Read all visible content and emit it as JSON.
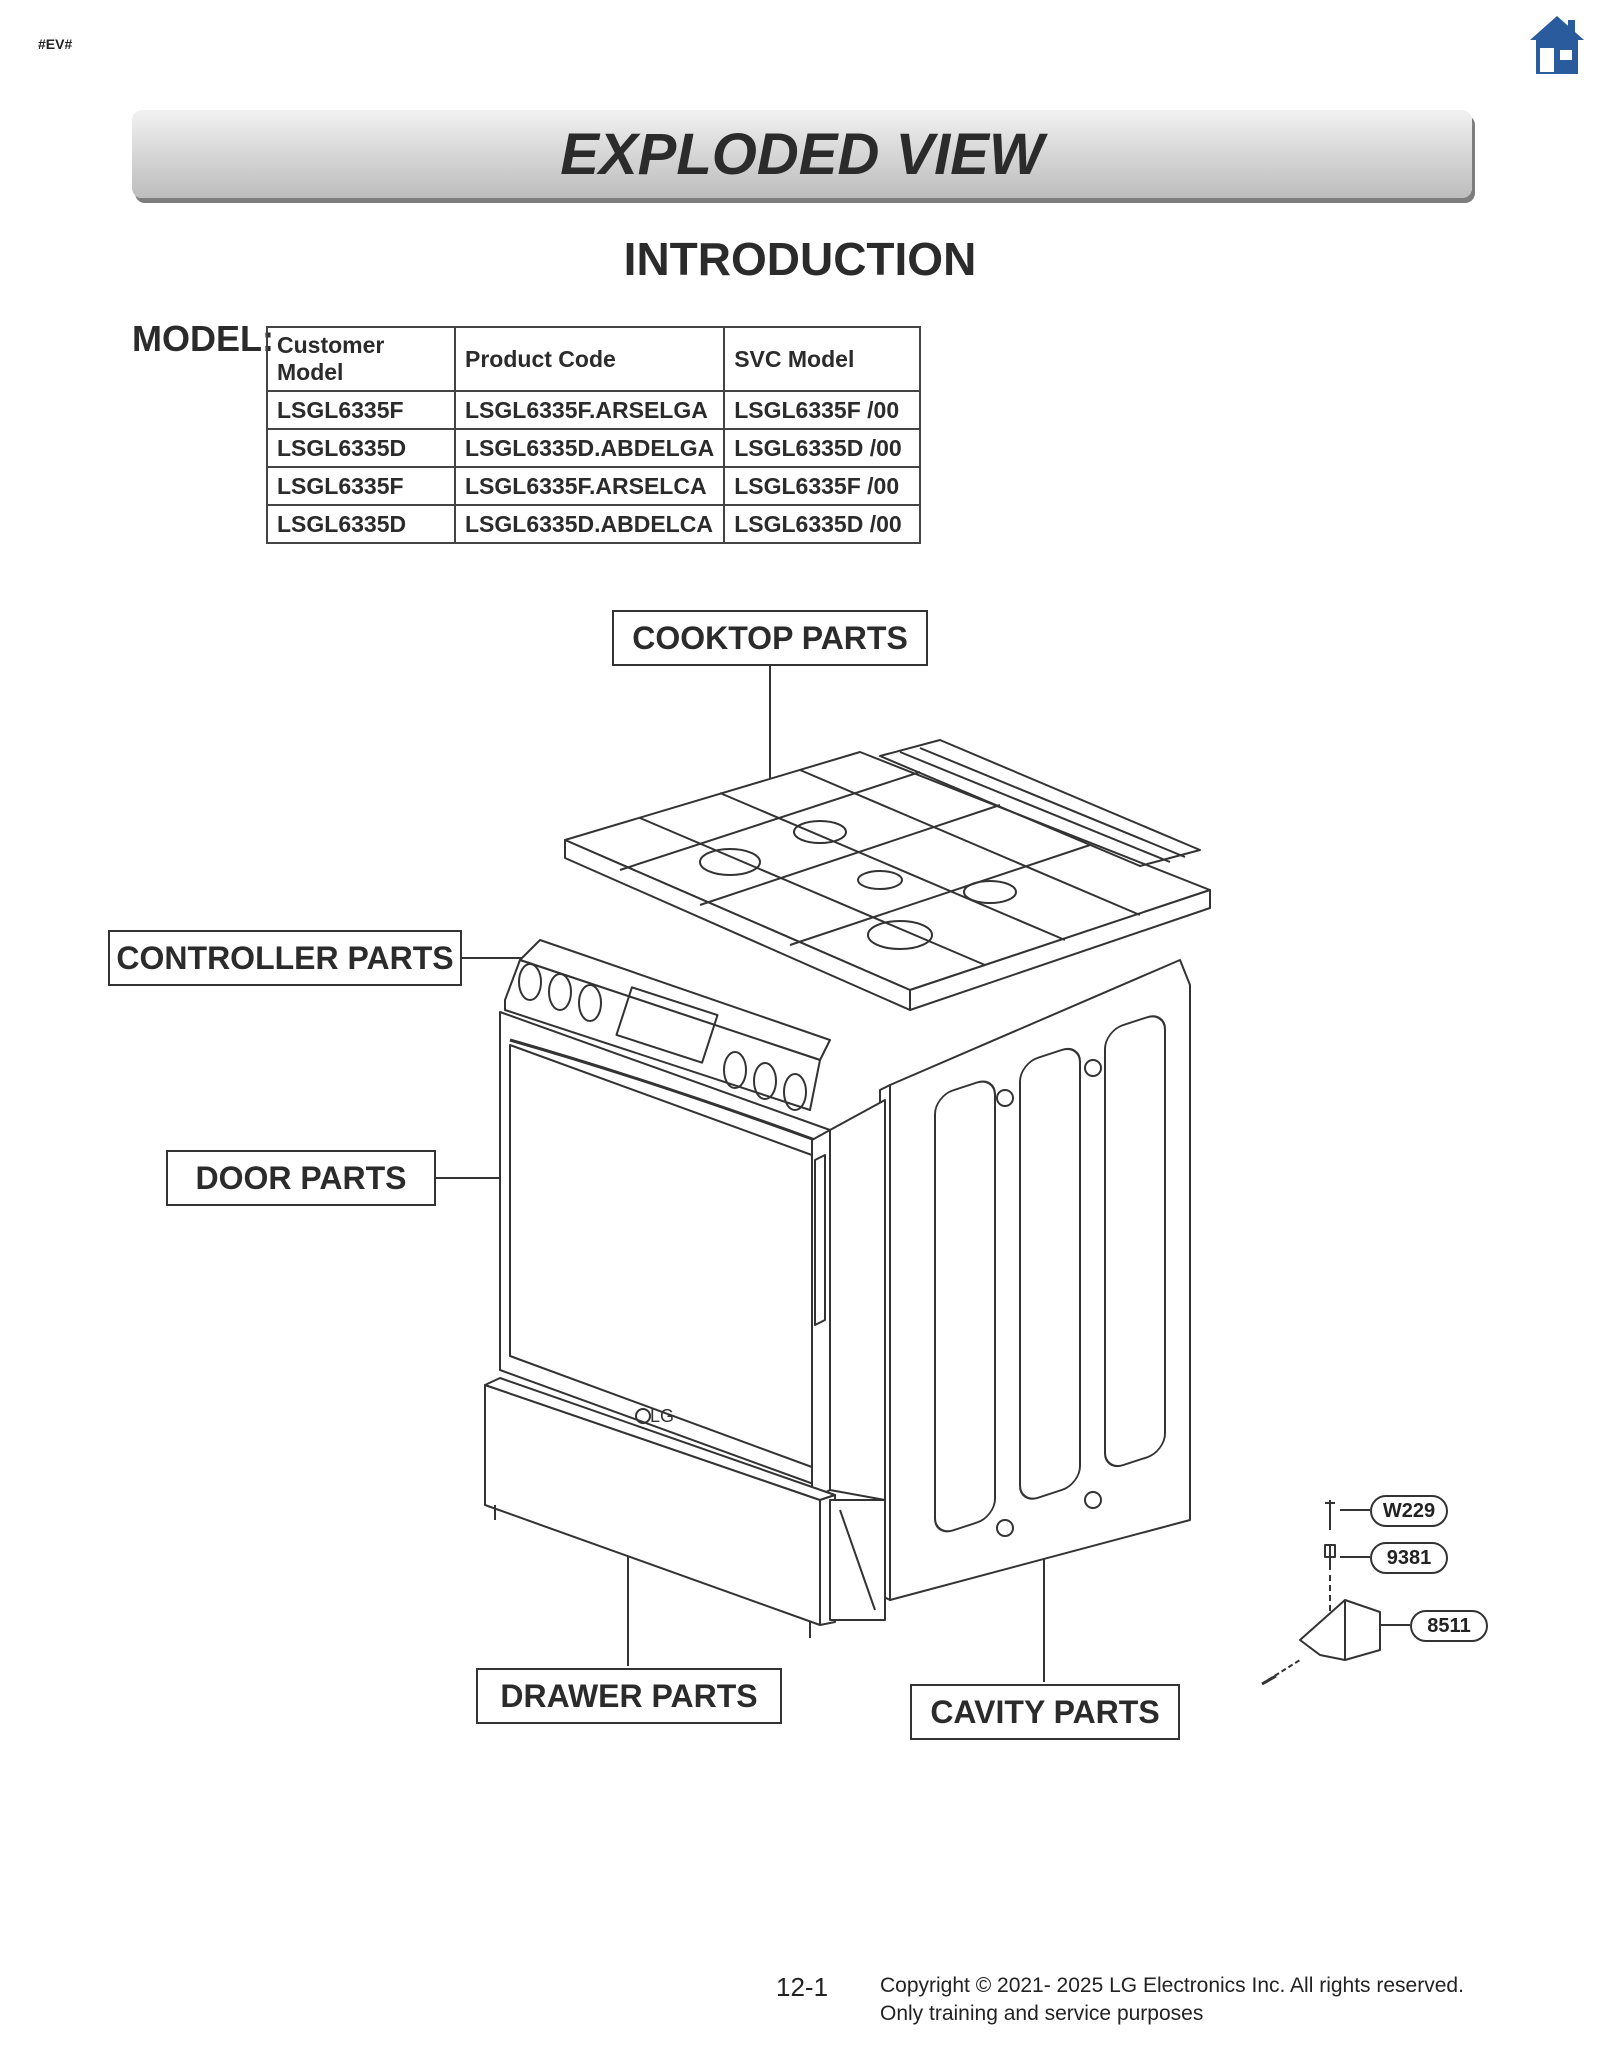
{
  "tag": "#EV#",
  "header": {
    "title": "EXPLODED VIEW",
    "subtitle": "INTRODUCTION"
  },
  "models": {
    "label": "MODEL:",
    "columns": [
      "Customer Model",
      "Product Code",
      "SVC Model"
    ],
    "rows": [
      [
        "LSGL6335F",
        "LSGL6335F.ARSELGA",
        "LSGL6335F  /00"
      ],
      [
        "LSGL6335D",
        "LSGL6335D.ABDELGA",
        "LSGL6335D  /00"
      ],
      [
        "LSGL6335F",
        "LSGL6335F.ARSELCA",
        "LSGL6335F  /00"
      ],
      [
        "LSGL6335D",
        "LSGL6335D.ABDELCA",
        "LSGL6335D  /00"
      ]
    ]
  },
  "callouts": {
    "cooktop": "COOKTOP PARTS",
    "controller": "CONTROLLER PARTS",
    "door": "DOOR PARTS",
    "drawer": "DRAWER PARTS",
    "cavity": "CAVITY PARTS"
  },
  "part_numbers": [
    "W229",
    "9381",
    "8511"
  ],
  "appliance_logo": "LG",
  "footer": {
    "page": "12-1",
    "copyright": "Copyright © 2021- 2025 LG Electronics Inc. All rights reserved.",
    "note": "Only training and service purposes"
  },
  "colors": {
    "home_icon": "#2a5b9c",
    "banner": "#d4d4d4"
  },
  "icons": {
    "home": "home-icon"
  }
}
